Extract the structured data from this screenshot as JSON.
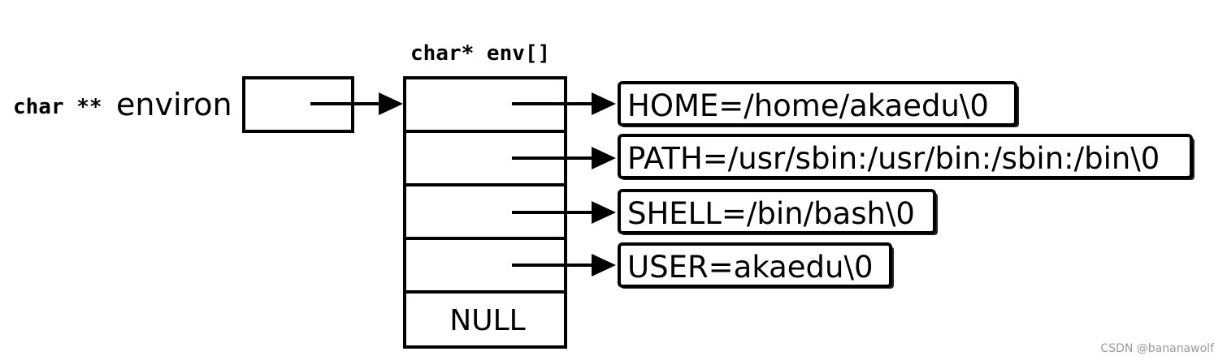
{
  "pointer": {
    "type_label": "char **",
    "name": "environ"
  },
  "array": {
    "label": "char* env[]",
    "null_label": "NULL"
  },
  "strings": [
    "HOME=/home/akaedu\\0",
    "PATH=/usr/sbin:/usr/bin:/sbin:/bin\\0",
    "SHELL=/bin/bash\\0",
    "USER=akaedu\\0"
  ],
  "watermark": "CSDN @bananawolf"
}
